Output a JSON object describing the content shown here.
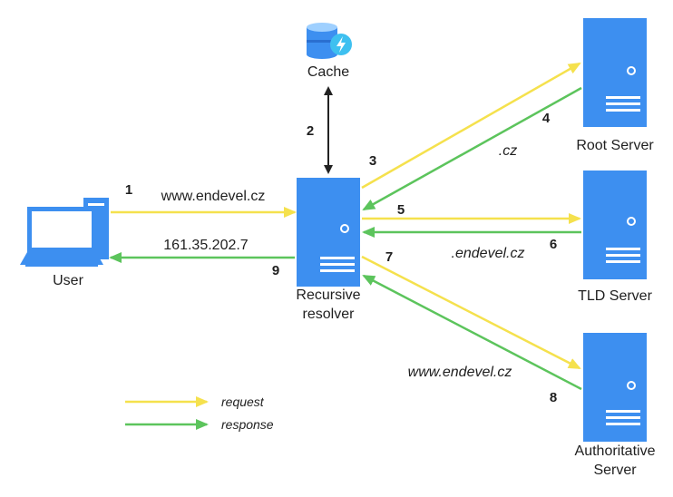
{
  "colors": {
    "request": "#f5e14d",
    "response": "#5cc45c",
    "server_blue": "#3d8ff0",
    "cache_arrow": "#222222"
  },
  "nodes": {
    "user": "User",
    "cache": "Cache",
    "resolver_line1": "Recursive",
    "resolver_line2": "resolver",
    "root": "Root Server",
    "tld": "TLD Server",
    "auth_line1": "Authoritative",
    "auth_line2": "Server"
  },
  "steps": {
    "s1": "1",
    "s2": "2",
    "s3": "3",
    "s4": "4",
    "s5": "5",
    "s6": "6",
    "s7": "7",
    "s8": "8",
    "s9": "9"
  },
  "edge_labels": {
    "query": "www.endevel.cz",
    "answer": "161.35.202.7",
    "root_reply": ".cz",
    "tld_reply": ".endevel.cz",
    "auth_reply": "www.endevel.cz"
  },
  "legend": {
    "request": "request",
    "response": "response"
  },
  "icons": {
    "user": "desktop-computer-icon",
    "cache": "database-cache-icon",
    "server": "server-icon"
  }
}
